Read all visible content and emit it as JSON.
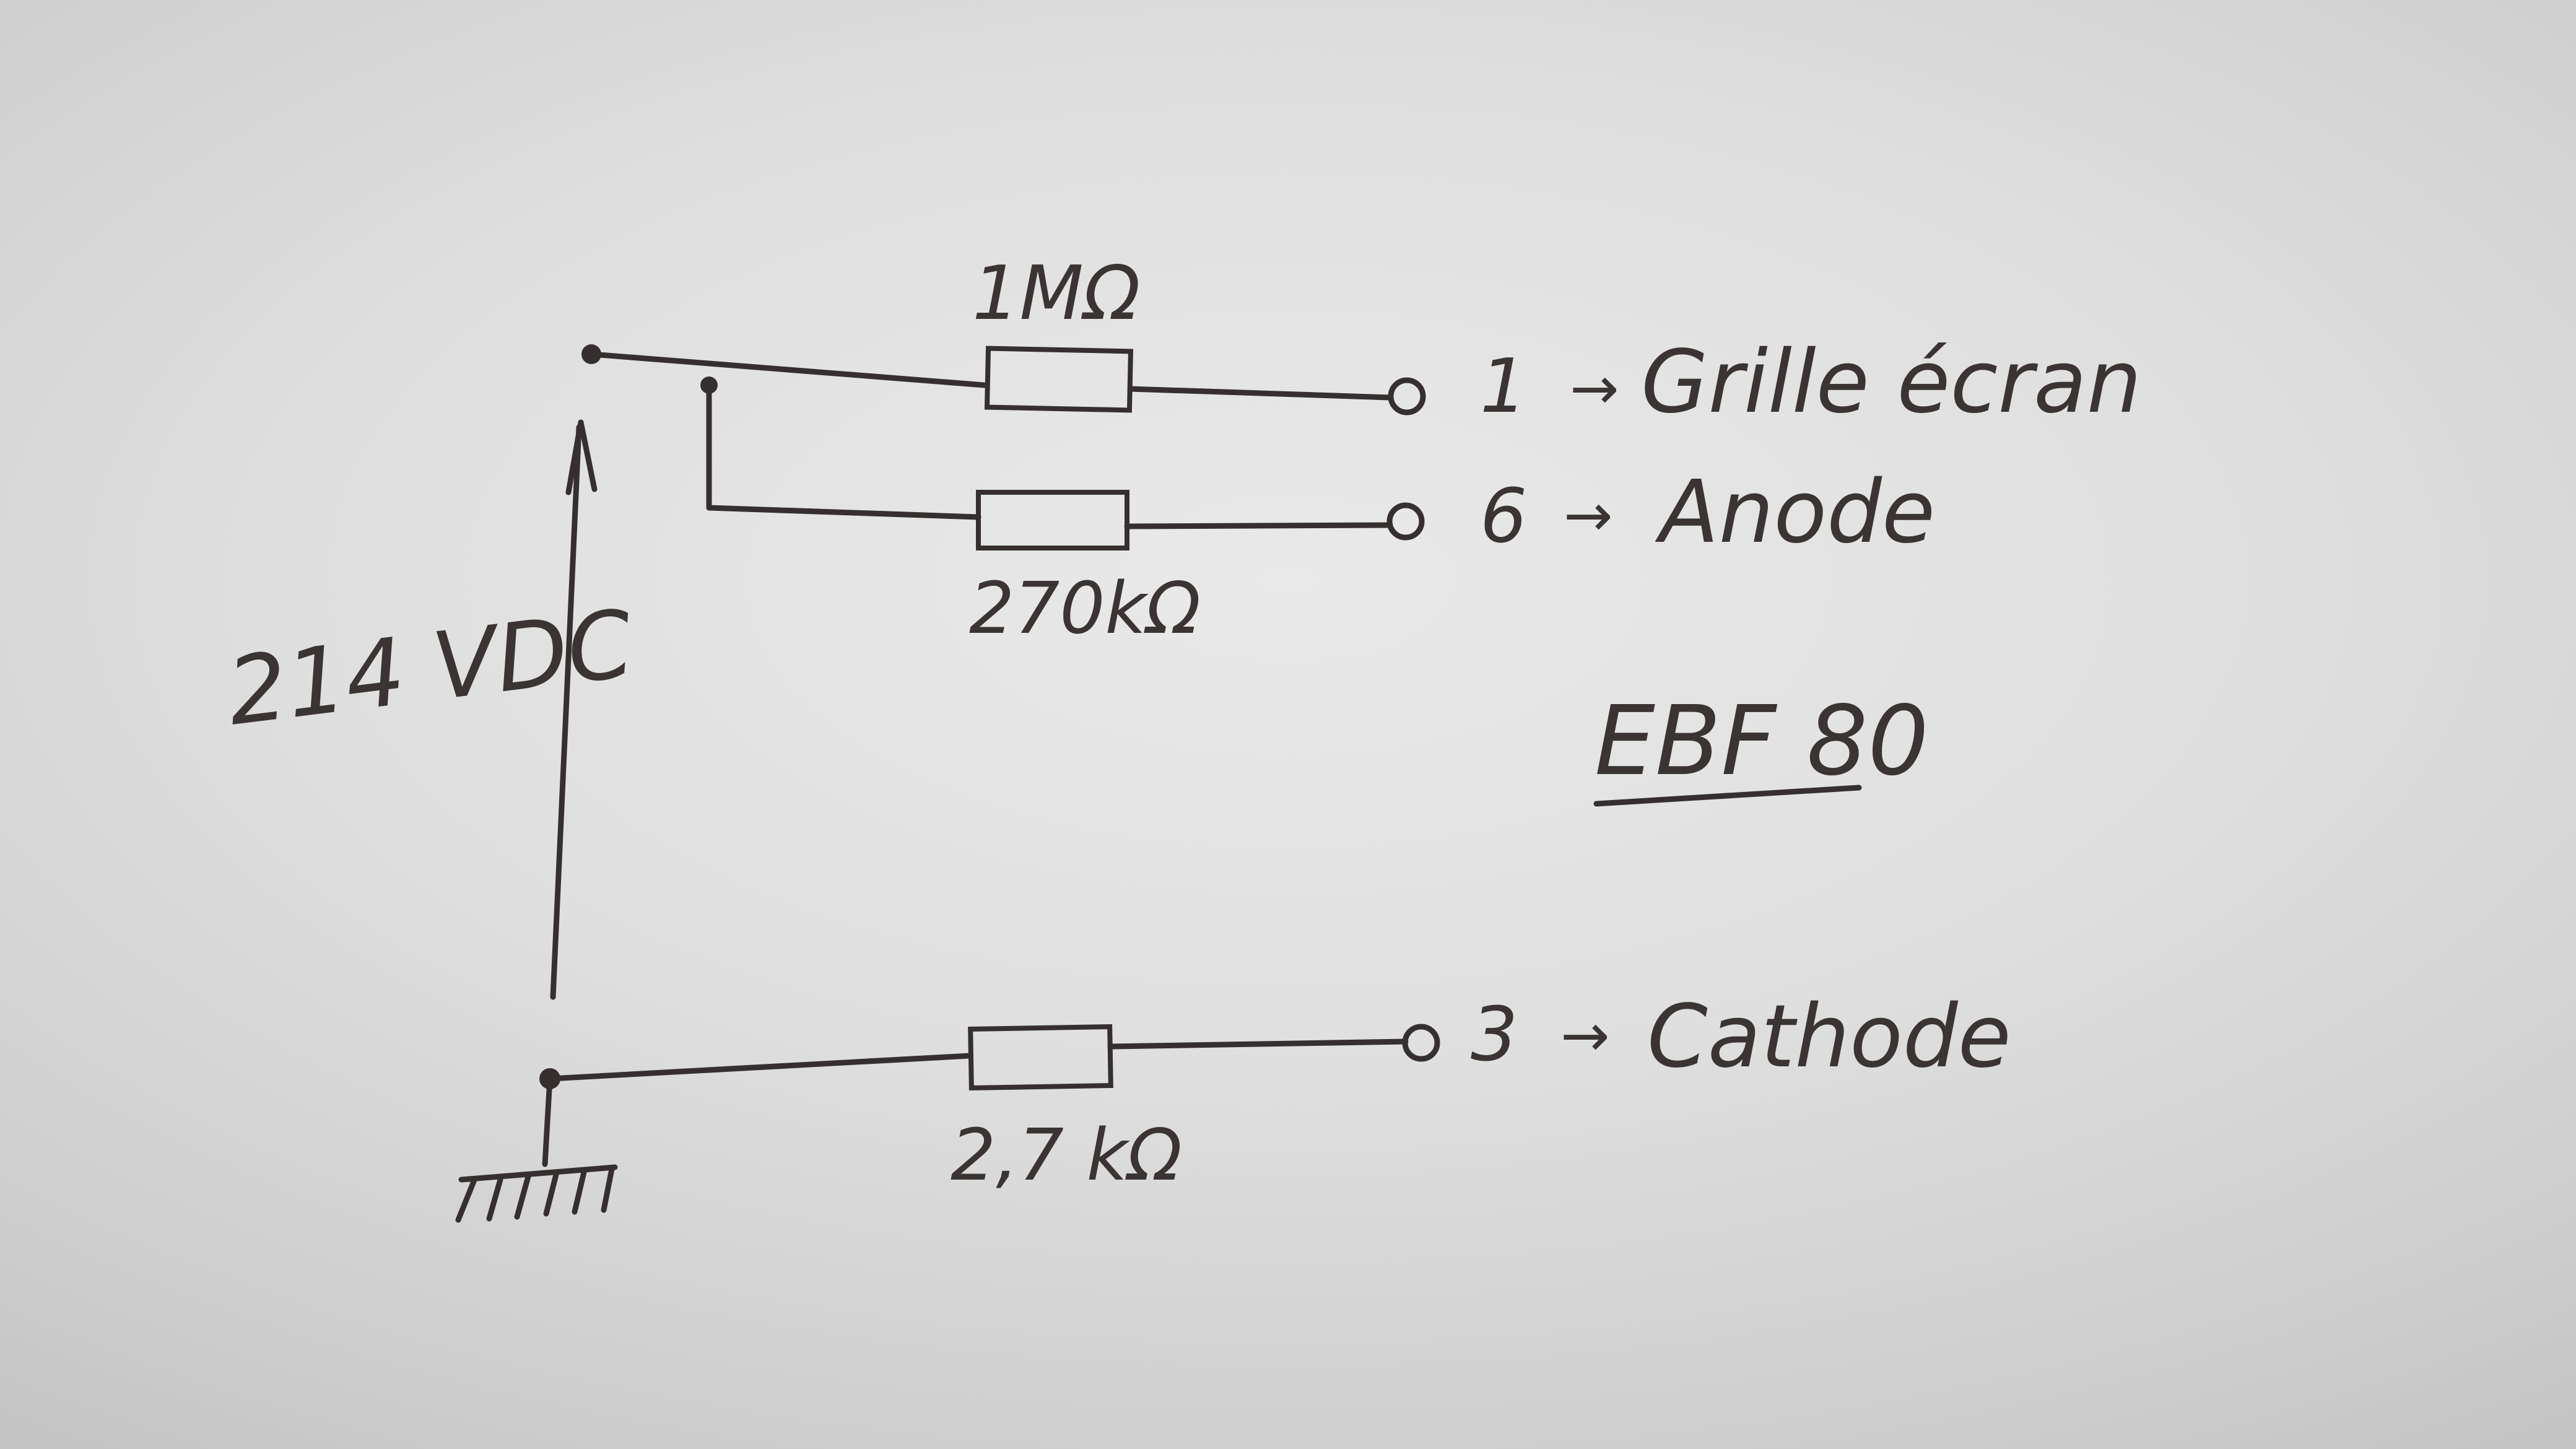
{
  "supply": {
    "voltage": "214 VDC"
  },
  "resistors": {
    "r_screen": "1MΩ",
    "r_anode": "270kΩ",
    "r_cathode": "2,7 kΩ"
  },
  "pins": {
    "screen": {
      "number": "1",
      "arrow": "→",
      "name": "Grille écran"
    },
    "anode": {
      "number": "6",
      "arrow": "→",
      "name": "Anode"
    },
    "cathode": {
      "number": "3",
      "arrow": "→",
      "name": "Cathode"
    }
  },
  "tube": {
    "name": "EBF 80"
  },
  "colors": {
    "ink": "#35302f",
    "paper": "#e6e6e6"
  }
}
